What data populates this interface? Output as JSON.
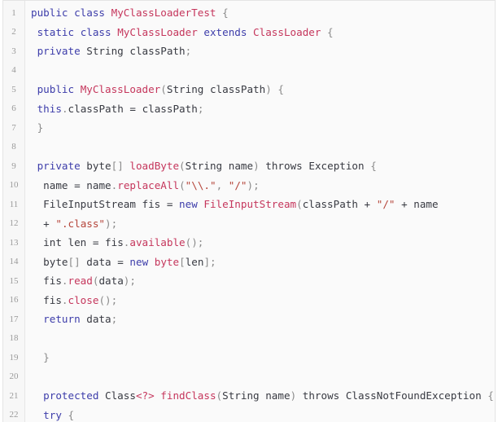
{
  "code_view": {
    "lines": [
      {
        "n": "1",
        "tokens": [
          {
            "t": "public",
            "c": "kw"
          },
          {
            "t": " "
          },
          {
            "t": "class",
            "c": "kw"
          },
          {
            "t": " "
          },
          {
            "t": "MyClassLoaderTest",
            "c": "cls"
          },
          {
            "t": " "
          },
          {
            "t": "{",
            "c": "punc"
          }
        ]
      },
      {
        "n": "2",
        "tokens": [
          {
            "t": " "
          },
          {
            "t": "static",
            "c": "kw"
          },
          {
            "t": " "
          },
          {
            "t": "class",
            "c": "kw"
          },
          {
            "t": " "
          },
          {
            "t": "MyClassLoader",
            "c": "cls"
          },
          {
            "t": " "
          },
          {
            "t": "extends",
            "c": "kw"
          },
          {
            "t": " "
          },
          {
            "t": "ClassLoader",
            "c": "cls"
          },
          {
            "t": " "
          },
          {
            "t": "{",
            "c": "punc"
          }
        ]
      },
      {
        "n": "3",
        "tokens": [
          {
            "t": " "
          },
          {
            "t": "private",
            "c": "kw"
          },
          {
            "t": " "
          },
          {
            "t": "String",
            "c": "type"
          },
          {
            "t": " "
          },
          {
            "t": "classPath",
            "c": "plain"
          },
          {
            "t": ";",
            "c": "punc"
          }
        ]
      },
      {
        "n": "4",
        "tokens": []
      },
      {
        "n": "5",
        "tokens": [
          {
            "t": " "
          },
          {
            "t": "public",
            "c": "kw"
          },
          {
            "t": " "
          },
          {
            "t": "MyClassLoader",
            "c": "fn"
          },
          {
            "t": "(",
            "c": "punc"
          },
          {
            "t": "String",
            "c": "type"
          },
          {
            "t": " "
          },
          {
            "t": "classPath",
            "c": "plain"
          },
          {
            "t": ")",
            "c": "punc"
          },
          {
            "t": " "
          },
          {
            "t": "{",
            "c": "punc"
          }
        ]
      },
      {
        "n": "6",
        "tokens": [
          {
            "t": " "
          },
          {
            "t": "this",
            "c": "kw"
          },
          {
            "t": ".",
            "c": "punc"
          },
          {
            "t": "classPath",
            "c": "plain"
          },
          {
            "t": " "
          },
          {
            "t": "=",
            "c": "op"
          },
          {
            "t": " "
          },
          {
            "t": "classPath",
            "c": "plain"
          },
          {
            "t": ";",
            "c": "punc"
          }
        ]
      },
      {
        "n": "7",
        "tokens": [
          {
            "t": " "
          },
          {
            "t": "}",
            "c": "punc"
          }
        ]
      },
      {
        "n": "8",
        "tokens": []
      },
      {
        "n": "9",
        "tokens": [
          {
            "t": " "
          },
          {
            "t": "private",
            "c": "kw"
          },
          {
            "t": " "
          },
          {
            "t": "byte",
            "c": "type"
          },
          {
            "t": "[]",
            "c": "punc"
          },
          {
            "t": " "
          },
          {
            "t": "loadByte",
            "c": "fn"
          },
          {
            "t": "(",
            "c": "punc"
          },
          {
            "t": "String",
            "c": "type"
          },
          {
            "t": " "
          },
          {
            "t": "name",
            "c": "plain"
          },
          {
            "t": ")",
            "c": "punc"
          },
          {
            "t": " "
          },
          {
            "t": "throws",
            "c": "type"
          },
          {
            "t": " "
          },
          {
            "t": "Exception",
            "c": "type"
          },
          {
            "t": " "
          },
          {
            "t": "{",
            "c": "punc"
          }
        ]
      },
      {
        "n": "10",
        "tokens": [
          {
            "t": "  "
          },
          {
            "t": "name",
            "c": "plain"
          },
          {
            "t": " "
          },
          {
            "t": "=",
            "c": "op"
          },
          {
            "t": " "
          },
          {
            "t": "name",
            "c": "plain"
          },
          {
            "t": ".",
            "c": "punc"
          },
          {
            "t": "replaceAll",
            "c": "fn"
          },
          {
            "t": "(",
            "c": "punc"
          },
          {
            "t": "\"\\\\.\"",
            "c": "str"
          },
          {
            "t": ", ",
            "c": "punc"
          },
          {
            "t": "\"/\"",
            "c": "str"
          },
          {
            "t": ");",
            "c": "punc"
          }
        ]
      },
      {
        "n": "11",
        "tokens": [
          {
            "t": "  "
          },
          {
            "t": "FileInputStream",
            "c": "type"
          },
          {
            "t": " "
          },
          {
            "t": "fis",
            "c": "plain"
          },
          {
            "t": " "
          },
          {
            "t": "=",
            "c": "op"
          },
          {
            "t": " "
          },
          {
            "t": "new",
            "c": "kw"
          },
          {
            "t": " "
          },
          {
            "t": "FileInputStream",
            "c": "cls"
          },
          {
            "t": "(",
            "c": "punc"
          },
          {
            "t": "classPath",
            "c": "plain"
          },
          {
            "t": " "
          },
          {
            "t": "+",
            "c": "op"
          },
          {
            "t": " "
          },
          {
            "t": "\"/\"",
            "c": "str"
          },
          {
            "t": " "
          },
          {
            "t": "+",
            "c": "op"
          },
          {
            "t": " "
          },
          {
            "t": "name",
            "c": "plain"
          }
        ]
      },
      {
        "n": "12",
        "tokens": [
          {
            "t": "  "
          },
          {
            "t": "+",
            "c": "op"
          },
          {
            "t": " "
          },
          {
            "t": "\".class\"",
            "c": "str"
          },
          {
            "t": ");",
            "c": "punc"
          }
        ]
      },
      {
        "n": "13",
        "tokens": [
          {
            "t": "  "
          },
          {
            "t": "int",
            "c": "type"
          },
          {
            "t": " "
          },
          {
            "t": "len",
            "c": "plain"
          },
          {
            "t": " "
          },
          {
            "t": "=",
            "c": "op"
          },
          {
            "t": " "
          },
          {
            "t": "fis",
            "c": "plain"
          },
          {
            "t": ".",
            "c": "punc"
          },
          {
            "t": "available",
            "c": "fn"
          },
          {
            "t": "();",
            "c": "punc"
          }
        ]
      },
      {
        "n": "14",
        "tokens": [
          {
            "t": "  "
          },
          {
            "t": "byte",
            "c": "type"
          },
          {
            "t": "[]",
            "c": "punc"
          },
          {
            "t": " "
          },
          {
            "t": "data",
            "c": "plain"
          },
          {
            "t": " "
          },
          {
            "t": "=",
            "c": "op"
          },
          {
            "t": " "
          },
          {
            "t": "new",
            "c": "kw"
          },
          {
            "t": " "
          },
          {
            "t": "byte",
            "c": "cls"
          },
          {
            "t": "[",
            "c": "punc"
          },
          {
            "t": "len",
            "c": "plain"
          },
          {
            "t": "];",
            "c": "punc"
          }
        ]
      },
      {
        "n": "15",
        "tokens": [
          {
            "t": "  "
          },
          {
            "t": "fis",
            "c": "plain"
          },
          {
            "t": ".",
            "c": "punc"
          },
          {
            "t": "read",
            "c": "fn"
          },
          {
            "t": "(",
            "c": "punc"
          },
          {
            "t": "data",
            "c": "plain"
          },
          {
            "t": ");",
            "c": "punc"
          }
        ]
      },
      {
        "n": "16",
        "tokens": [
          {
            "t": "  "
          },
          {
            "t": "fis",
            "c": "plain"
          },
          {
            "t": ".",
            "c": "punc"
          },
          {
            "t": "close",
            "c": "fn"
          },
          {
            "t": "();",
            "c": "punc"
          }
        ]
      },
      {
        "n": "17",
        "tokens": [
          {
            "t": "  "
          },
          {
            "t": "return",
            "c": "kw"
          },
          {
            "t": " "
          },
          {
            "t": "data",
            "c": "plain"
          },
          {
            "t": ";",
            "c": "punc"
          }
        ]
      },
      {
        "n": "18",
        "tokens": []
      },
      {
        "n": "19",
        "tokens": [
          {
            "t": "  "
          },
          {
            "t": "}",
            "c": "punc"
          }
        ]
      },
      {
        "n": "20",
        "tokens": []
      },
      {
        "n": "21",
        "tokens": [
          {
            "t": "  "
          },
          {
            "t": "protected",
            "c": "kw"
          },
          {
            "t": " "
          },
          {
            "t": "Class",
            "c": "type"
          },
          {
            "t": "<?>",
            "c": "cls"
          },
          {
            "t": " "
          },
          {
            "t": "findClass",
            "c": "fn"
          },
          {
            "t": "(",
            "c": "punc"
          },
          {
            "t": "String",
            "c": "type"
          },
          {
            "t": " "
          },
          {
            "t": "name",
            "c": "plain"
          },
          {
            "t": ")",
            "c": "punc"
          },
          {
            "t": " "
          },
          {
            "t": "throws",
            "c": "type"
          },
          {
            "t": " "
          },
          {
            "t": "ClassNotFoundException",
            "c": "type"
          },
          {
            "t": " "
          },
          {
            "t": "{",
            "c": "punc"
          }
        ]
      },
      {
        "n": "22",
        "tokens": [
          {
            "t": "  "
          },
          {
            "t": "try",
            "c": "kw"
          },
          {
            "t": " "
          },
          {
            "t": "{",
            "c": "punc"
          }
        ]
      }
    ]
  }
}
